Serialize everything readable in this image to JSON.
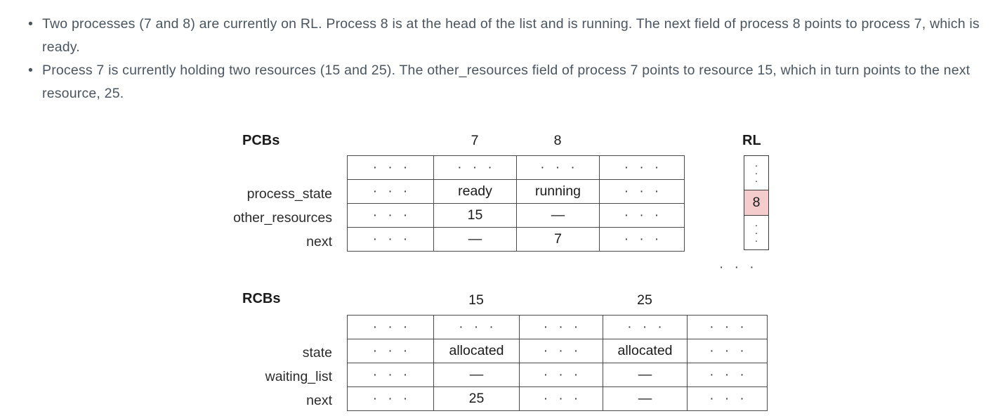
{
  "notes": {
    "bullet_glyph": "•",
    "items": [
      "Two processes (7 and 8) are currently on RL. Process 8 is at the head of the list and is running. The next field of process 8 points to process 7, which is ready.",
      "Process 7 is currently holding two resources (15 and 25). The other_resources field of process 7 points to resource 15, which in turn points to the next resource, 25."
    ]
  },
  "colors": {
    "highlight_green": "#d9ead3",
    "highlight_pink": "#f4cccc",
    "border": "#4a4a4a",
    "body_text": "#4a5560"
  },
  "figure": {
    "ellipsis": "· · ·",
    "dash": "—",
    "pcb": {
      "title": "PCBs",
      "column_headers": [
        "",
        "7",
        "8",
        ""
      ],
      "row_labels": [
        "",
        "process_state",
        "other_resources",
        "next"
      ],
      "rows": [
        [
          "· · ·",
          "· · ·",
          "· · ·",
          "· · ·"
        ],
        [
          "· · ·",
          "ready",
          "running",
          "· · ·"
        ],
        [
          "· · ·",
          "15",
          "—",
          "· · ·"
        ],
        [
          "· · ·",
          "—",
          "7",
          "· · ·"
        ]
      ],
      "highlights": [
        [
          "none",
          "green",
          "pink",
          "none"
        ],
        [
          "none",
          "green",
          "pink",
          "none"
        ],
        [
          "none",
          "green",
          "pink",
          "none"
        ],
        [
          "none",
          "green",
          "pink",
          "none"
        ]
      ]
    },
    "rcb": {
      "title": "RCBs",
      "column_headers": [
        "",
        "15",
        "",
        "25",
        ""
      ],
      "row_labels": [
        "",
        "state",
        "waiting_list",
        "next"
      ],
      "rows": [
        [
          "· · ·",
          "· · ·",
          "· · ·",
          "· · ·",
          "· · ·"
        ],
        [
          "· · ·",
          "allocated",
          "· · ·",
          "allocated",
          "· · ·"
        ],
        [
          "· · ·",
          "—",
          "· · ·",
          "—",
          "· · ·"
        ],
        [
          "· · ·",
          "25",
          "· · ·",
          "—",
          "· · ·"
        ]
      ],
      "highlights": [
        [
          "none",
          "green",
          "none",
          "green",
          "none"
        ],
        [
          "none",
          "green",
          "none",
          "green",
          "none"
        ],
        [
          "none",
          "green",
          "none",
          "green",
          "none"
        ],
        [
          "none",
          "green",
          "none",
          "green",
          "none"
        ]
      ]
    },
    "rl": {
      "title": "RL",
      "cells": [
        "·\n·\n·",
        "8",
        "·\n·\n·"
      ],
      "head_value": "8",
      "trailing_ellipsis": "· · ·"
    }
  }
}
